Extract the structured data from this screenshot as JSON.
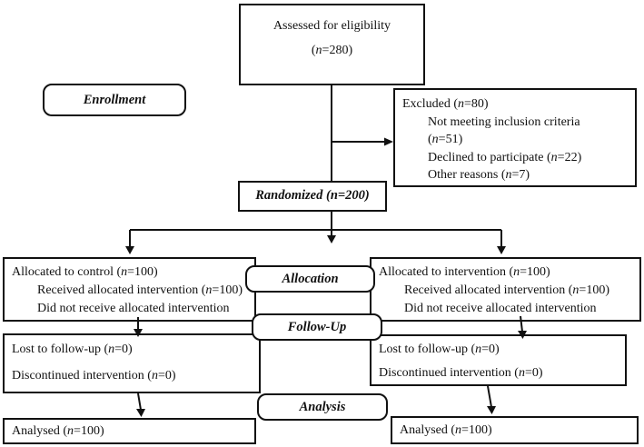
{
  "colors": {
    "border": "#111111",
    "background": "#ffffff",
    "text": "#111111"
  },
  "stages": {
    "enrollment": "Enrollment",
    "allocation": "Allocation",
    "followup": "Follow-Up",
    "analysis": "Analysis"
  },
  "assessed": {
    "line1": "Assessed for eligibility",
    "line2": "(*n*=280)"
  },
  "excluded": {
    "lines": [
      {
        "text": "Excluded (*n*=80)",
        "indent": false
      },
      {
        "text": "Not meeting inclusion criteria",
        "indent": true
      },
      {
        "text": "(*n*=51)",
        "indent": true
      },
      {
        "text": "Declined to participate (*n*=22)",
        "indent": true
      },
      {
        "text": "Other reasons (*n*=7)",
        "indent": true
      }
    ]
  },
  "randomized": {
    "text": "Randomized (*n*=200)"
  },
  "control": {
    "allocation_lines": [
      {
        "text": "Allocated to control (*n*=100)",
        "indent": false
      },
      {
        "text": "Received allocated intervention (*n*=100)",
        "indent": true
      },
      {
        "text": "Did not receive allocated intervention",
        "indent": true
      }
    ],
    "followup_lines": [
      {
        "text": "Lost to follow-up (*n*=0)"
      },
      {
        "text": "Discontinued intervention (*n*=0)"
      }
    ],
    "analysed": "Analysed (*n*=100)"
  },
  "intervention": {
    "allocation_lines": [
      {
        "text": "Allocated to intervention (*n*=100)",
        "indent": false
      },
      {
        "text": "Received allocated intervention (*n*=100)",
        "indent": true
      },
      {
        "text": "Did not receive allocated intervention",
        "indent": true
      }
    ],
    "followup_lines": [
      {
        "text": "Lost to follow-up (*n*=0)"
      },
      {
        "text": "Discontinued intervention (*n*=0)"
      }
    ],
    "analysed": "Analysed (*n*=100)"
  }
}
